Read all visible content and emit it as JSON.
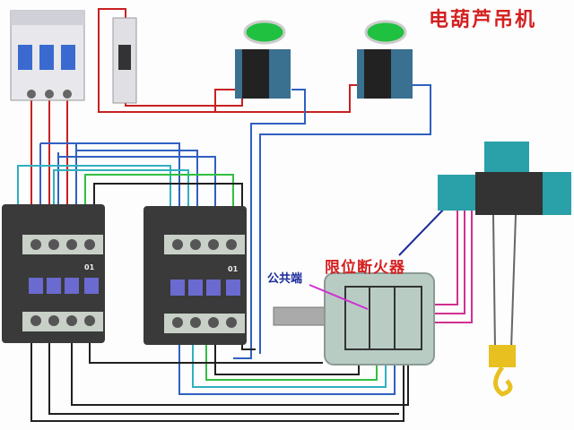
{
  "title": "电葫芦吊机",
  "labels": {
    "limit_switch": "限位断火器",
    "common_terminal": "公共端"
  },
  "contactors": [
    {
      "code": "01"
    },
    {
      "code": "01"
    }
  ],
  "colors": {
    "title": "#d42020",
    "common_label": "#1a2a9a",
    "wire_red": "#c82020",
    "wire_blue": "#3060c0",
    "wire_cyan": "#30b0c0",
    "wire_green": "#30c040",
    "wire_black": "#202020",
    "wire_magenta": "#d03090",
    "hoist": "#2aa0a8",
    "button_cap": "#20c040"
  },
  "icons": [
    "circuit-breaker-3p",
    "circuit-breaker-1p",
    "push-button",
    "contactor",
    "limit-switch",
    "electric-hoist",
    "hook"
  ]
}
